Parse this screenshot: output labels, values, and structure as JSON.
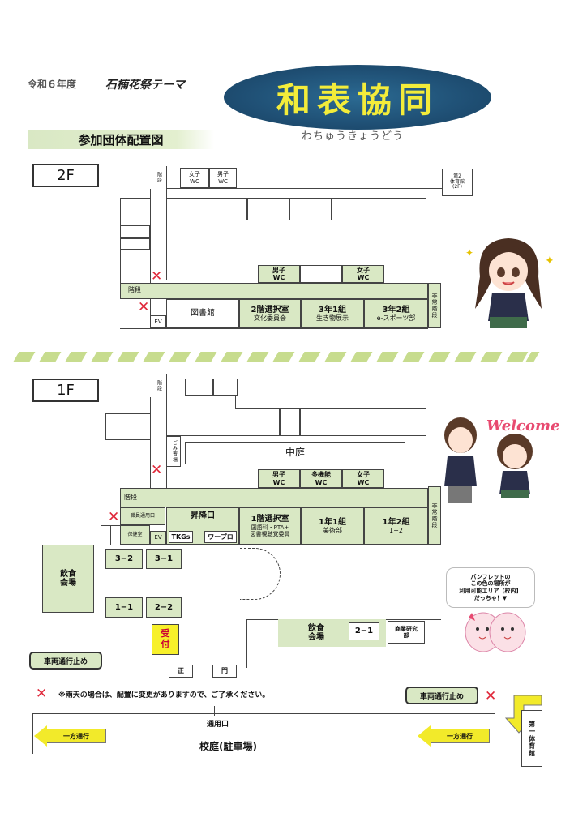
{
  "header": {
    "year": "令和６年度",
    "theme_label": "石楠花祭テーマ",
    "theme_title": "和表協同",
    "theme_reading": "わちゅうきょうどう",
    "map_title": "参加団体配置図"
  },
  "floor2": {
    "label": "2F",
    "stairs": "階段",
    "wc_women_top": [
      "女子",
      "WC"
    ],
    "wc_men_top": [
      "男子",
      "WC"
    ],
    "gym2": [
      "第2",
      "体育館",
      "(2F)"
    ],
    "wc_men": [
      "男子",
      "WC"
    ],
    "wc_women": [
      "女子",
      "WC"
    ],
    "stairs_left": "階段",
    "emergency_stairs": "非常階段",
    "library": "図書館",
    "ev": "EV",
    "room_2selected": {
      "name": "2階選択室",
      "group": "文化委員会"
    },
    "room_3_1": {
      "name": "3年1組",
      "group": "生き物展示"
    },
    "room_3_2": {
      "name": "3年2組",
      "group": "e-スポーツ部"
    }
  },
  "floor1": {
    "label": "1F",
    "stairs": "階段",
    "garbage": "ごみ置場",
    "courtyard": "中庭",
    "wc_men": [
      "男子",
      "WC"
    ],
    "wc_multi": [
      "多機能",
      "WC"
    ],
    "wc_women": [
      "女子",
      "WC"
    ],
    "stairs_left": "階段",
    "emergency_stairs": "非常階段",
    "corridor": "職員通用口",
    "guard": "保健室",
    "ev": "EV",
    "entrance": "昇降口",
    "tkgs": "TKGs",
    "wapro": "ワープロ",
    "room_1selected": {
      "name": "1階選択室",
      "group": [
        "国語科・PTA+",
        "図書視聴覚委員"
      ]
    },
    "room_1_1": {
      "name": "1年1組",
      "group": "美術部"
    },
    "room_1_2": {
      "name": "1年2組",
      "group": "1−2"
    }
  },
  "outdoor": {
    "food_left": [
      "飲食",
      "会場"
    ],
    "booth_3_2": "3−2",
    "booth_3_1": "3−1",
    "booth_1_1": "1−1",
    "booth_2_2": "2−2",
    "reception": [
      "受",
      "付"
    ],
    "food_right": [
      "飲食",
      "会場"
    ],
    "booth_2_1": "2−1",
    "commerce": [
      "商業研究",
      "部"
    ],
    "gate_left": "正",
    "gate_right": "門",
    "no_vehicles_left": "車両通行止め",
    "no_vehicles_right": "車両通行止め",
    "rain_note": "※雨天の場合は、配置に変更がありますので、ご了承ください。",
    "service_entrance": "通用口",
    "one_way_left": "一方通行",
    "one_way_right": "一方通行",
    "schoolyard": "校庭(駐車場)",
    "gym1": "第一体育館",
    "pamphlet_note": [
      "パンフレットの",
      "この色の場所が",
      "利用可能エリア【校内】",
      "だっちゃ！▼"
    ],
    "welcome": "Welcome"
  },
  "colors": {
    "area": "#d9e8c4",
    "booth_yellow": "#f7f02a",
    "title_oval": "#1f4f74",
    "title_text": "#f3ec3a",
    "mark": "#e0283a"
  }
}
